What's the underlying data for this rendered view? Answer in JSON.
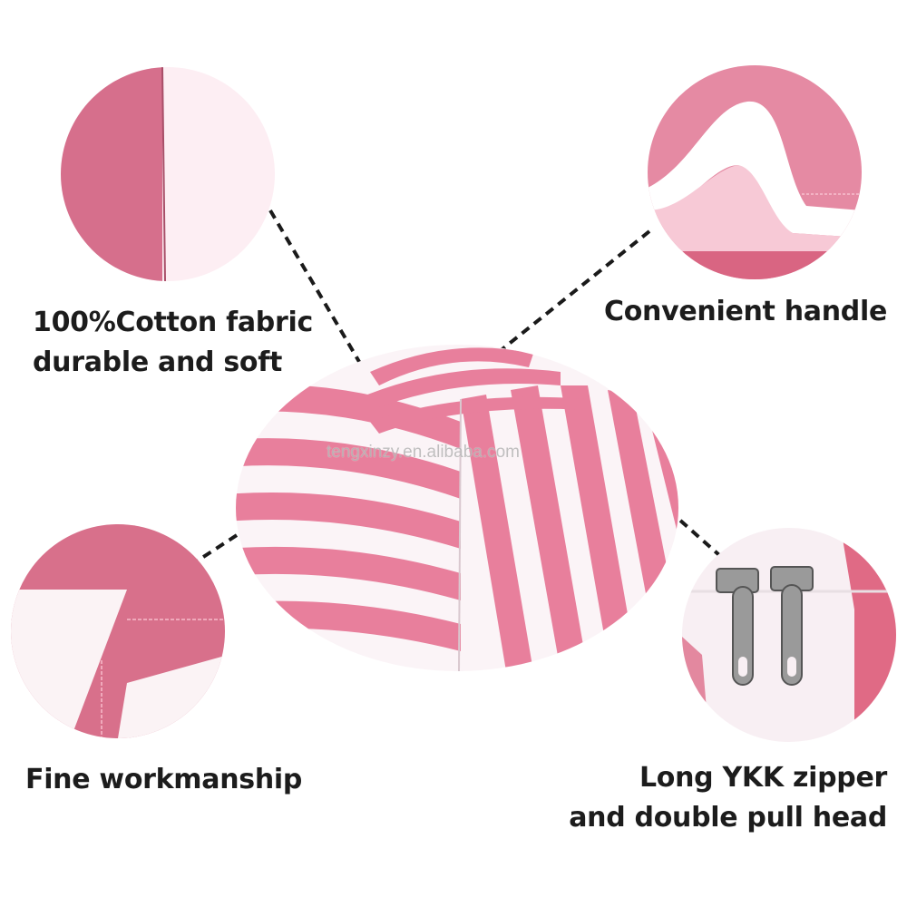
{
  "product": {
    "name": "Striped stuffed-animal storage bean bag",
    "colors": {
      "pink": "#e87f9c",
      "pink_dark": "#d7677f",
      "white": "#fbf4f7",
      "text": "#1c1c1c",
      "leader_line": "#1a1a1a"
    }
  },
  "watermark": {
    "text": "tengxinzy.en.alibaba.com"
  },
  "features": [
    {
      "id": "cotton",
      "line1": "100%Cotton fabric",
      "line2": "durable and soft",
      "detail": "fabric-swatch-half-pink-half-white"
    },
    {
      "id": "handle",
      "line1": "Convenient handle",
      "line2": "",
      "detail": "handle-closeup"
    },
    {
      "id": "workmanship",
      "line1": "Fine workmanship",
      "line2": "",
      "detail": "stitching-closeup"
    },
    {
      "id": "zipper",
      "line1": "Long YKK zipper",
      "line2": "and double pull head",
      "detail": "double-zipper-pull-closeup"
    }
  ]
}
